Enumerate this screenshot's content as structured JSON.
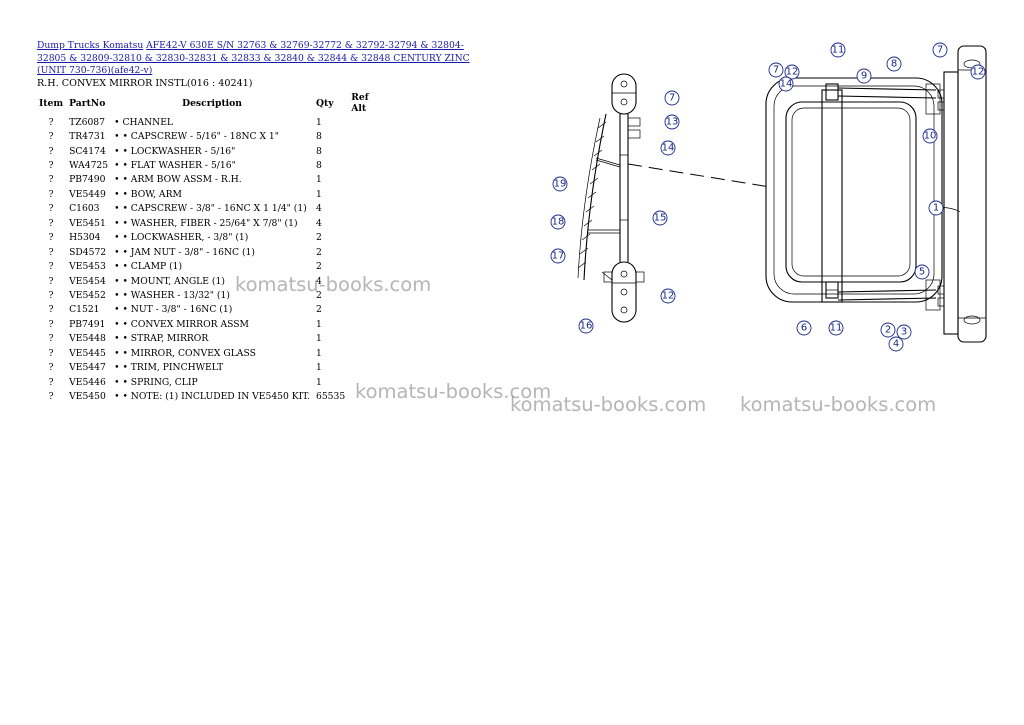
{
  "breadcrumb": {
    "link1": "Dump Trucks Komatsu",
    "link2": "AFE42-V 630E S/N 32763 & 32769-32772 & 32792-32794 & 32804-32805 & 32809-32810 & 32830-32831 & 32833 & 32840 & 32844 & 32848 CENTURY ZINC (UNIT 730-736)(afe42-v)"
  },
  "page_title": "R.H. CONVEX MIRROR INSTL(016 : 40241)",
  "table": {
    "headers": {
      "item": "Item",
      "part_no": "PartNo",
      "description": "Description",
      "qty": "Qty",
      "ref_alt": "Ref Alt"
    },
    "rows": [
      {
        "item": "?",
        "part_no": "TZ6087",
        "description": "• CHANNEL",
        "qty": "1"
      },
      {
        "item": "?",
        "part_no": "TR4731",
        "description": "• • CAPSCREW - 5/16\" - 18NC X 1\"",
        "qty": "8"
      },
      {
        "item": "?",
        "part_no": "SC4174",
        "description": "• • LOCKWASHER - 5/16\"",
        "qty": "8"
      },
      {
        "item": "?",
        "part_no": "WA4725",
        "description": "• • FLAT WASHER - 5/16\"",
        "qty": "8"
      },
      {
        "item": "?",
        "part_no": "PB7490",
        "description": "• • ARM BOW ASSM - R.H.",
        "qty": "1"
      },
      {
        "item": "?",
        "part_no": "VE5449",
        "description": "• • BOW, ARM",
        "qty": "1"
      },
      {
        "item": "?",
        "part_no": "C1603",
        "description": "• • CAPSCREW - 3/8\" - 16NC X 1 1/4\" (1)",
        "qty": "4"
      },
      {
        "item": "?",
        "part_no": "VE5451",
        "description": "• • WASHER, FIBER - 25/64\" X 7/8\" (1)",
        "qty": "4"
      },
      {
        "item": "?",
        "part_no": "H5304",
        "description": "• • LOCKWASHER, - 3/8\" (1)",
        "qty": "2"
      },
      {
        "item": "?",
        "part_no": "SD4572",
        "description": "• • JAM NUT - 3/8\" - 16NC (1)",
        "qty": "2"
      },
      {
        "item": "?",
        "part_no": "VE5453",
        "description": "• • CLAMP (1)",
        "qty": "2"
      },
      {
        "item": "?",
        "part_no": "VE5454",
        "description": "• • MOUNT, ANGLE (1)",
        "qty": "4"
      },
      {
        "item": "?",
        "part_no": "VE5452",
        "description": "• • WASHER - 13/32\" (1)",
        "qty": "2"
      },
      {
        "item": "?",
        "part_no": "C1521",
        "description": "• • NUT - 3/8\" - 16NC (1)",
        "qty": "2"
      },
      {
        "item": "?",
        "part_no": "PB7491",
        "description": "• • CONVEX MIRROR ASSM",
        "qty": "1"
      },
      {
        "item": "?",
        "part_no": "VE5448",
        "description": "• • STRAP, MIRROR",
        "qty": "1"
      },
      {
        "item": "?",
        "part_no": "VE5445",
        "description": "• • MIRROR, CONVEX GLASS",
        "qty": "1"
      },
      {
        "item": "?",
        "part_no": "VE5447",
        "description": "• • TRIM, PINCHWELT",
        "qty": "1"
      },
      {
        "item": "?",
        "part_no": "VE5446",
        "description": "• • SPRING, CLIP",
        "qty": "1"
      },
      {
        "item": "?",
        "part_no": "VE5450",
        "description": "• • NOTE: (1) INCLUDED IN VE5450 KIT.",
        "qty": "65535"
      }
    ]
  },
  "watermarks": [
    "komatsu-books.com",
    "komatsu-books.com",
    "komatsu-books.com",
    "komatsu-books.com"
  ],
  "diagram": {
    "callouts": [
      "1",
      "2",
      "3",
      "4",
      "5",
      "6",
      "7",
      "7",
      "7",
      "8",
      "9",
      "10",
      "11",
      "11",
      "12",
      "12",
      "12",
      "13",
      "14",
      "14",
      "15",
      "16",
      "17",
      "18",
      "19"
    ]
  },
  "colors": {
    "link": "#1a1aa6",
    "callout": "#1a2a8a",
    "watermark": "#787878"
  }
}
